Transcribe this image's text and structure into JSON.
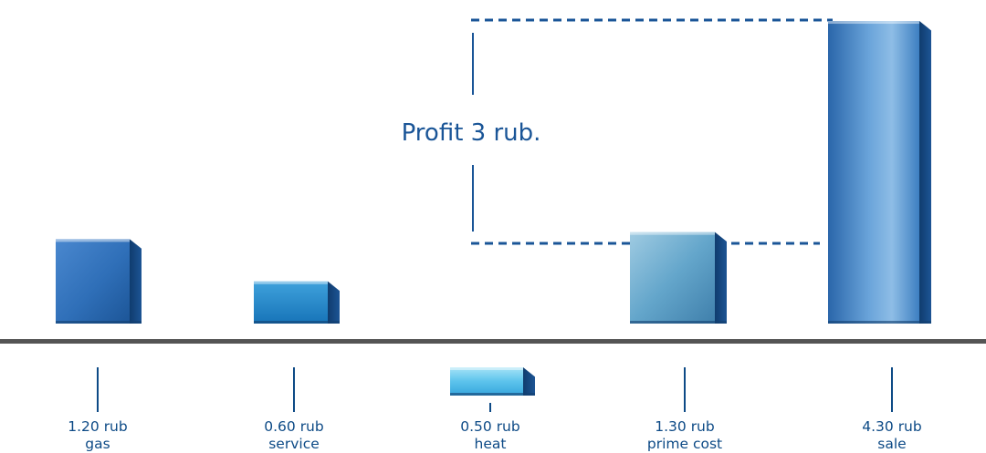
{
  "chart_data": {
    "type": "bar",
    "title": "",
    "xlabel": "",
    "ylabel": "",
    "categories": [
      {
        "value_label": "1.20 rub",
        "name": "gas"
      },
      {
        "value_label": "0.60 rub",
        "name": "service"
      },
      {
        "value_label": "0.50 rub",
        "name": "heat"
      },
      {
        "value_label": "1.30 rub",
        "name": "prime cost"
      },
      {
        "value_label": "4.30 rub",
        "name": "sale"
      }
    ],
    "values": [
      1.2,
      0.6,
      0.5,
      1.3,
      4.3
    ],
    "unit": "rub",
    "annotation": {
      "text": "Profit 3 rub.",
      "from": 1.3,
      "to": 4.3
    },
    "grid": false,
    "legend": "none",
    "colors": {
      "gas": "#2f6fb8",
      "service": "#1f86c8",
      "heat": "#56c0ea",
      "prime_cost": "#5fa3c8",
      "sale": "#3d7fc1",
      "axis": "#555555",
      "text": "#0d4a86",
      "dash": "#1a5597"
    }
  }
}
